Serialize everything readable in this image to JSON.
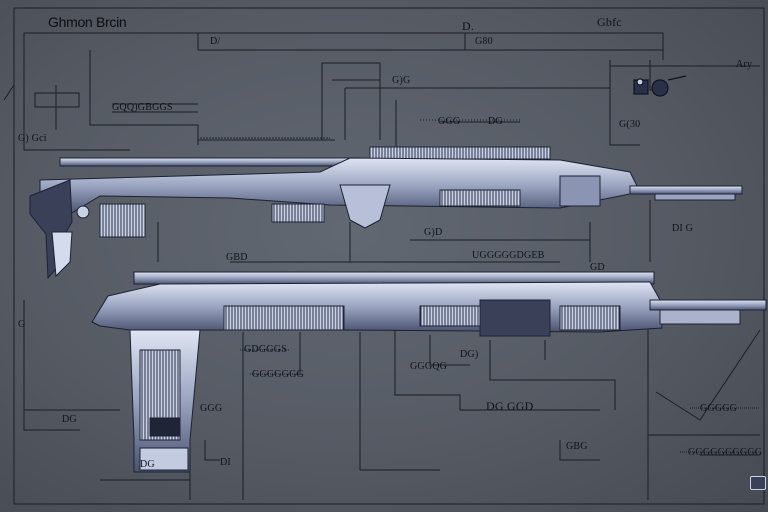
{
  "title": "Ghmon Brcin",
  "labels": {
    "top_d": "D.",
    "top_right": "Gbfc",
    "dim_top": "D/",
    "dim_top2": "G80",
    "far_right": "Ary",
    "upper_small": "G)G",
    "left_mid": "G) Gci",
    "upper_long": "GQQ)GBGGS",
    "upper_mid": "GGG",
    "upper_mid2": "DG",
    "upper_mid3": "G(30",
    "right_mid": "DI G",
    "center_mid": "G)D",
    "mid_top": "GBD",
    "mid_long": "UGGGGGDGEB",
    "mid_right": "GD",
    "left_edge": "G",
    "left_lower": "DG)",
    "mid_lower1": "GDGGGS",
    "mid_lower2": "GGGGGGG",
    "stock_lbl": "GGGQG",
    "lower_small": "GGG",
    "lower_mid": "DG GGD",
    "lower_right": "GGGGG",
    "bottom_mid": "GBG",
    "bottom_left": "DG",
    "bottom_left2": "DI",
    "bottom_right": "GGGGGGGGGG",
    "bottom_sm": "DG"
  },
  "colors": {
    "background": "#5b6069",
    "ink": "#0f1218",
    "weapon_light": "#c9d1e6",
    "weapon_mid": "#8b95b3",
    "weapon_dark": "#2a2f44"
  }
}
